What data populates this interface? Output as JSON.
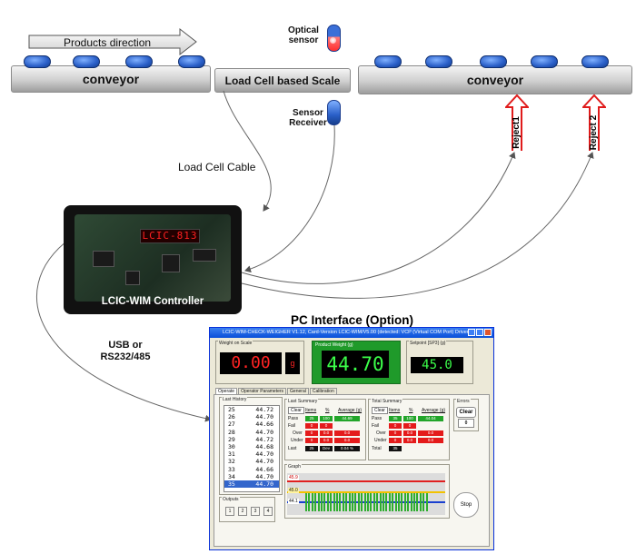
{
  "diagram": {
    "products_direction": "Products direction",
    "conveyor_left": "conveyor",
    "scale": "Load Cell based Scale",
    "conveyor_right": "conveyor",
    "optical_sensor": "Optical sensor",
    "sensor_receiver": "Sensor Receiver",
    "reject1": "Reject1",
    "reject2": "Reject 2",
    "load_cell_cable": "Load Cell Cable",
    "usb_label": "USB or RS232/485",
    "controller_label": "LCIC-WIM Controller",
    "controller_display": "LCIC-813",
    "pc_title": "PC Interface (Option)"
  },
  "app": {
    "title": "LCIC-WIM-CHECK-WEIGHER V1.12, Card-Version LCIC-WIM/V5.00 (detected: VCP (Virtual COM Port) Driver)",
    "weight_on_scale": {
      "title": "Weight on Scale",
      "value": "0.00",
      "unit": "g"
    },
    "product_weight": {
      "title": "Product Weight (g)",
      "value": "44.70"
    },
    "setpoint": {
      "title": "Setpoint [SP3] (g)",
      "value": "45.0"
    },
    "tabs": [
      "Operate",
      "Operator Parameters",
      "General",
      "Calibration"
    ],
    "last_history": {
      "title": "Last History",
      "rows": [
        {
          "n": "25",
          "v": "44.72"
        },
        {
          "n": "26",
          "v": "44.70"
        },
        {
          "n": "27",
          "v": "44.66"
        },
        {
          "n": "28",
          "v": "44.70"
        },
        {
          "n": "29",
          "v": "44.72"
        },
        {
          "n": "30",
          "v": "44.68"
        },
        {
          "n": "31",
          "v": "44.70"
        },
        {
          "n": "32",
          "v": "44.70"
        },
        {
          "n": "33",
          "v": "44.66"
        },
        {
          "n": "34",
          "v": "44.70"
        },
        {
          "n": "35",
          "v": "44.70"
        }
      ]
    },
    "last_summary": {
      "title": "Last Summary",
      "clear": "Clear",
      "col_items": "Items",
      "col_pct": "%",
      "col_avg": "Average (g)",
      "pass": {
        "label": "Pass",
        "items": "25",
        "pct": "100",
        "avg": "44.69"
      },
      "fail": {
        "label": "Fail",
        "items": "0",
        "pct": "0"
      },
      "over": {
        "label": "Over",
        "items": "0",
        "pct": "0.0",
        "avg": "0.0"
      },
      "under": {
        "label": "Under",
        "items": "0",
        "pct": "0.0",
        "avg": "0.0"
      },
      "last": {
        "label": "Last",
        "items": "25",
        "dev_label": "Dev",
        "dev": "0.04 %"
      }
    },
    "total_summary": {
      "title": "Total Summary",
      "clear": "Clear",
      "col_items": "Items",
      "col_pct": "%",
      "col_avg": "Average (g)",
      "pass": {
        "label": "Pass",
        "items": "35",
        "pct": "100",
        "avg": "44.04"
      },
      "fail": {
        "label": "Fail",
        "items": "0",
        "pct": "0"
      },
      "over": {
        "label": "Over",
        "items": "0",
        "pct": "0.0",
        "avg": "0.0"
      },
      "under": {
        "label": "Under",
        "items": "0",
        "pct": "0.0",
        "avg": "0.0"
      },
      "total": {
        "label": "Total",
        "items": "35"
      }
    },
    "errors": {
      "title": "Errors",
      "clear": "Clear",
      "count": "0"
    },
    "graph": {
      "title": "Graph",
      "upper": "45.9",
      "mid": "45.0",
      "lower": "44.1"
    },
    "outputs": {
      "title": "Outputs",
      "items": [
        "1",
        "2",
        "3",
        "4"
      ]
    },
    "stop": "Stop",
    "colors": {
      "upper": "#e02020",
      "mid": "#f2c200",
      "lower": "#1a40d0",
      "bars": "#2fae2f"
    }
  }
}
